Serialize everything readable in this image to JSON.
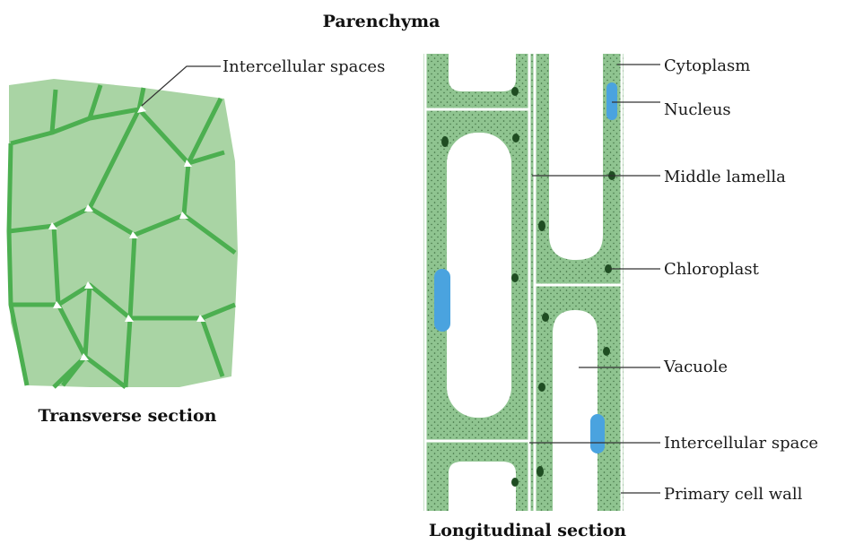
{
  "title": "Parenchyma",
  "left_caption": "Transverse section",
  "bottom_caption": "Longitudinal section",
  "labels": {
    "intercellular_spaces": "Intercellular spaces",
    "cytoplasm": "Cytoplasm",
    "nucleus": "Nucleus",
    "middle_lamella": "Middle lamella",
    "chloroplast": "Chloroplast",
    "vacuole": "Vacuole",
    "intercellular_space": "Intercellular space",
    "primary_cell_wall": "Primary cell wall"
  },
  "colors": {
    "cell_fill": "#a9d4a4",
    "cell_wall": "#4caf50",
    "cytoplasm": "#8fc490",
    "nucleus": "#4aa3df",
    "chloroplast": "#1f4d22"
  }
}
